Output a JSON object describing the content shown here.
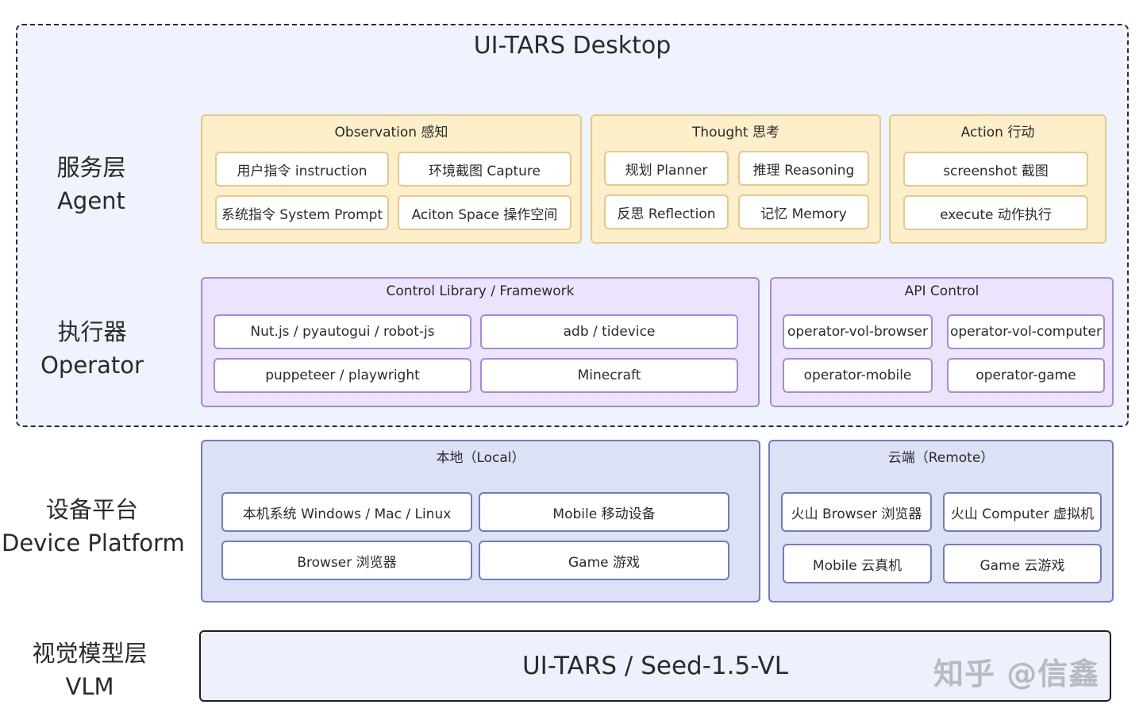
{
  "title": "UI-TARS Desktop",
  "layers": {
    "agent": [
      "服务层",
      "Agent"
    ],
    "operator": [
      "执行器",
      "Operator"
    ],
    "device": [
      "设备平台",
      "Device Platform"
    ],
    "vlm": [
      "视觉模型层",
      "VLM"
    ]
  },
  "agent": {
    "observation": {
      "title": "Observation 感知",
      "items": [
        "用户指令 instruction",
        "环境截图 Capture",
        "系统指令 System Prompt",
        "Aciton Space 操作空间"
      ]
    },
    "thought": {
      "title": "Thought 思考",
      "items": [
        "规划 Planner",
        "推理 Reasoning",
        "反思 Reflection",
        "记忆 Memory"
      ]
    },
    "action": {
      "title": "Action 行动",
      "items": [
        "screenshot 截图",
        "execute 动作执行"
      ]
    }
  },
  "operator": {
    "control": {
      "title": "Control Library / Framework",
      "items": [
        "Nut.js / pyautogui / robot-js",
        "adb / tidevice",
        "puppeteer / playwright",
        "Minecraft"
      ]
    },
    "api": {
      "title": "API Control",
      "items": [
        "operator-vol-browser",
        "operator-vol-computer",
        "operator-mobile",
        "operator-game"
      ]
    }
  },
  "device": {
    "local": {
      "title": "本地（Local）",
      "items": [
        "本机系统 Windows / Mac / Linux",
        "Mobile 移动设备",
        "Browser 浏览器",
        "Game 游戏"
      ]
    },
    "remote": {
      "title": "云端（Remote）",
      "items": [
        "火山 Browser 浏览器",
        "火山 Computer 虚拟机",
        "Mobile 云真机",
        "Game 云游戏"
      ]
    }
  },
  "vlm_model": "UI-TARS / Seed-1.5-VL",
  "watermark": "知乎 @信鑫"
}
